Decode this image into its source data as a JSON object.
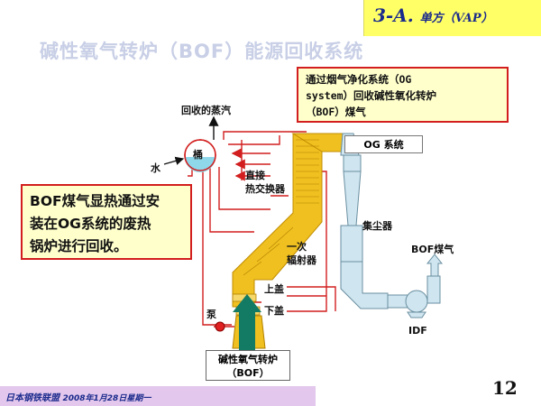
{
  "header": {
    "section": "3-A.",
    "section_sub": "单方（VAP）"
  },
  "slide_title": "碱性氧气转炉（BOF）能源回收系统",
  "callouts": {
    "og_system_note": [
      "通过烟气净化系统（OG",
      "system）回收碱性氧化转炉",
      "（BOF）煤气"
    ],
    "bof_note": [
      "BOF煤气显热通过安",
      "装在OG系统的废热",
      "锅炉进行回收。"
    ]
  },
  "diagram": {
    "steam_label": "回收的蒸汽",
    "water_label": "水",
    "drum_label": "桶",
    "direct_exchanger_label": [
      "直接",
      "热交换器"
    ],
    "og_system_label": "OG 系统",
    "dust_collector_label": "集尘器",
    "bof_gas_label": "BOF煤气",
    "primary_radiator_label": [
      "一次",
      "辐射器"
    ],
    "upper_cover_label": "上盖",
    "lower_cover_label": "下盖",
    "pump_label": "泵",
    "idf_label": "IDF",
    "furnace_label": [
      "碱性氧气转炉",
      "（BOF）"
    ],
    "colors": {
      "duct": "#f0c020",
      "pipe": "#d21e1e",
      "arrow": "#137a63",
      "equipment": "#cfe5f0"
    }
  },
  "footer": {
    "org": "日本钢铁联盟",
    "date": "2008年1月28日星期一"
  },
  "page_number": "12"
}
